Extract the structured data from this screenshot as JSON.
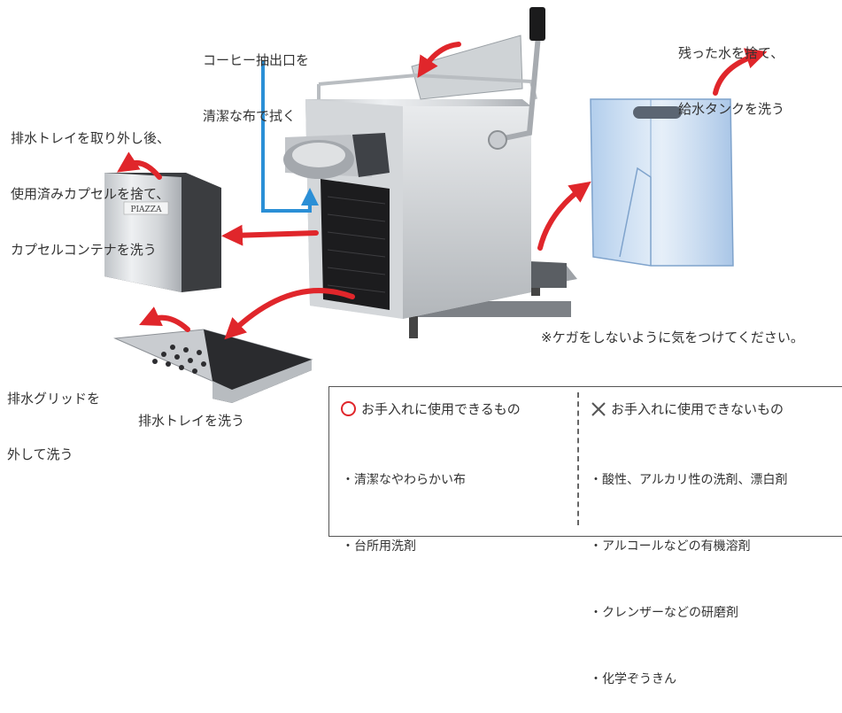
{
  "labels": {
    "nozzle": [
      "コーヒー抽出口を",
      "清潔な布で拭く"
    ],
    "tank": [
      "残った水を捨て、",
      "給水タンクを洗う"
    ],
    "capsule": [
      "排水トレイを取り外し後、",
      "使用済みカプセルを捨て、",
      "カプセルコンテナを洗う"
    ],
    "grid": [
      "排水グリッドを",
      "外して洗う"
    ],
    "tray": "排水トレイを洗う",
    "caution": "※ケガをしないように気をつけてください。"
  },
  "can_use": {
    "title": "お手入れに使用できるもの",
    "items": [
      "・清潔なやわらかい布",
      "・台所用洗剤"
    ]
  },
  "cannot_use": {
    "title": "お手入れに使用できないもの",
    "items": [
      "・酸性、アルカリ性の洗剤、漂白剤",
      "・アルコールなどの有機溶剤",
      "・クレンザーなどの研磨剤",
      "・化学ぞうきん"
    ]
  },
  "container_brand": "PIAZZA",
  "colors": {
    "arrow_red": "#e0262b",
    "arrow_blue": "#2b8fd6",
    "text": "#333333"
  },
  "icons": {
    "can_use": "circle-icon",
    "cannot_use": "cross-icon"
  }
}
